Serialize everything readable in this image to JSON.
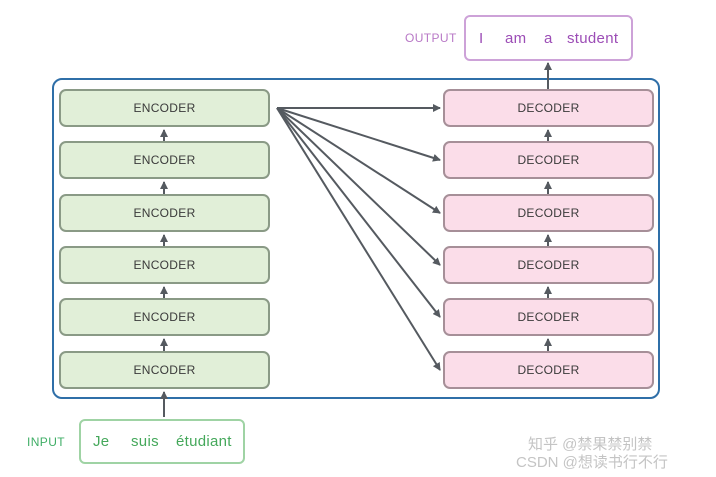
{
  "diagram": {
    "encoder_label": "ENCODER",
    "decoder_label": "DECODER",
    "input": {
      "label": "INPUT",
      "words": [
        "Je",
        "suis",
        "étudiant"
      ]
    },
    "output": {
      "label": "OUTPUT",
      "words": [
        "I",
        "am",
        "a",
        "student"
      ]
    },
    "colors": {
      "encoder_fill": "#e1efd8",
      "decoder_fill": "#fbdde9",
      "frame": "#2f6fa8",
      "input_accent": "#45a85b",
      "output_accent": "#9c4db6",
      "arrow": "#555a60"
    }
  },
  "watermark": {
    "line1": "知乎 @禁果禁别禁",
    "line2": "CSDN @想读书行不行"
  }
}
